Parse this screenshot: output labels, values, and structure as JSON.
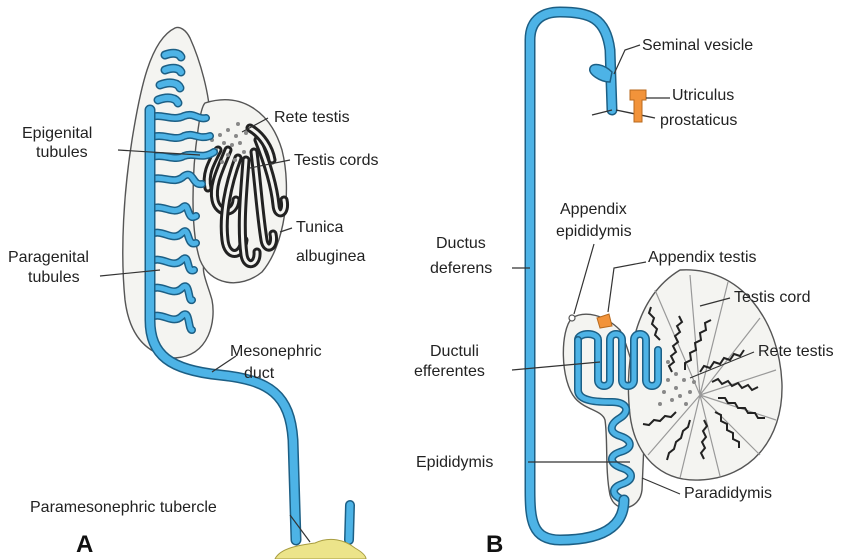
{
  "panels": {
    "a": "A",
    "b": "B"
  },
  "colors": {
    "duct": "#4db3e6",
    "appendix": "#f2933a",
    "tubercle": "#ece48a",
    "outline": "#555555"
  },
  "labels_a": {
    "rete_testis": "Rete testis",
    "epigenital_1": "Epigenital",
    "epigenital_2": "tubules",
    "testis_cords": "Testis cords",
    "tunica_1": "Tunica",
    "tunica_2": "albuginea",
    "paragenital_1": "Paragenital",
    "paragenital_2": "tubules",
    "mesonephric_1": "Mesonephric",
    "mesonephric_2": "duct",
    "paramesonephric_tubercle": "Paramesonephric tubercle"
  },
  "labels_b": {
    "seminal_vesicle": "Seminal vesicle",
    "utriculus_1": "Utriculus",
    "utriculus_2": "prostaticus",
    "appendix_epididymis_1": "Appendix",
    "appendix_epididymis_2": "epididymis",
    "ductus_deferens_1": "Ductus",
    "ductus_deferens_2": "deferens",
    "appendix_testis": "Appendix testis",
    "testis_cord": "Testis cord",
    "ductuli_1": "Ductuli",
    "ductuli_2": "efferentes",
    "rete_testis": "Rete testis",
    "epididymis": "Epididymis",
    "paradidymis": "Paradidymis"
  }
}
